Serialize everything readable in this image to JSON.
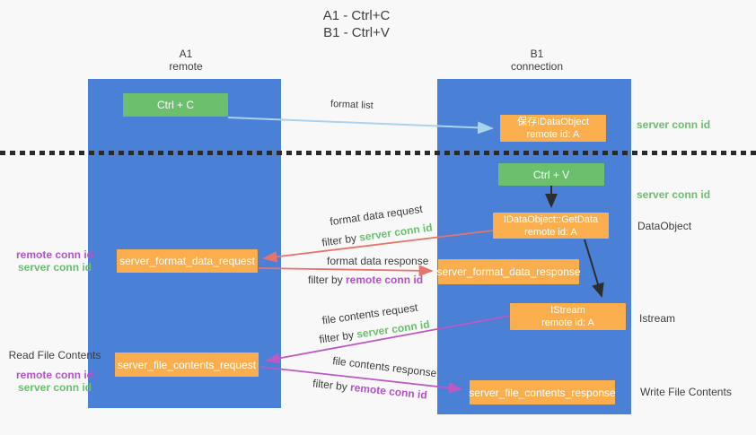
{
  "title": {
    "line1": "A1 - Ctrl+C",
    "line2": "B1 - Ctrl+V"
  },
  "columns": {
    "a": {
      "header_line1": "A1",
      "header_line2": "remote"
    },
    "b": {
      "header_line1": "B1",
      "header_line2": "connection"
    }
  },
  "boxes": {
    "ctrl_c": "Ctrl + C",
    "save_idataobject_line1": "保存IDataObject",
    "save_idataobject_line2": "remote id: A",
    "ctrl_v": "Ctrl + V",
    "getdata_line1": "IDataObject::GetData",
    "getdata_line2": "remote id: A",
    "format_request": "server_format_data_request",
    "format_response": "server_format_data_response",
    "istream_line1": "IStream",
    "istream_line2": "remote id: A",
    "file_request": "server_file_contents_request",
    "file_response": "server_file_contents_response"
  },
  "arrow_labels": {
    "format_list": "format list",
    "format_data_request": "format data request",
    "format_data_response": "format data response",
    "file_contents_request": "file contents request",
    "file_contents_response": "file contents response",
    "filter_by": "filter by ",
    "server_conn_id": "server conn id",
    "remote_conn_id": "remote conn id"
  },
  "side_labels": {
    "right_server_conn_id_1": "server conn id",
    "right_server_conn_id_2": "server conn id",
    "right_dataobject": "DataObject",
    "right_istream": "Istream",
    "right_write_file_contents": "Write File Contents",
    "left_remote_conn_id_1": "remote conn id",
    "left_server_conn_id_1": "server conn id",
    "left_read_file_contents": "Read File Contents",
    "left_remote_conn_id_2": "remote conn id",
    "left_server_conn_id_2": "server conn id"
  },
  "colors": {
    "column_blue": "#4a80d6",
    "box_green": "#6cbf6c",
    "box_orange": "#fbae4d",
    "arrow_lightblue": "#a9d3ee",
    "arrow_red": "#e8736b",
    "arrow_purple": "#bb59c5",
    "arrow_black": "#2d2d2d",
    "text_green": "#6abf6e",
    "text_purple": "#b054c8",
    "text_dark": "#3d3d3d"
  }
}
